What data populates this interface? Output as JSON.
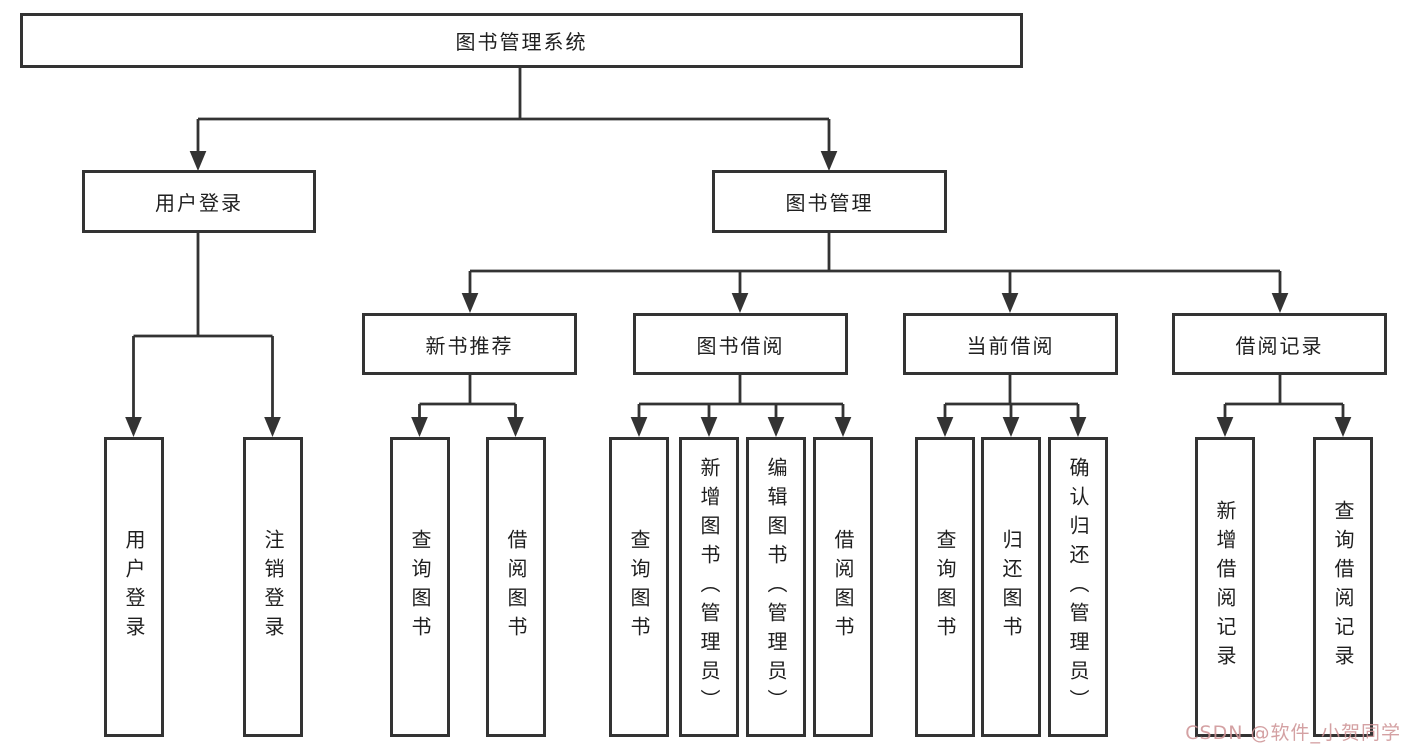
{
  "diagram": {
    "tree": {
      "root": "图书管理系统",
      "branches": [
        {
          "label": "用户登录",
          "children": [
            "用户登录",
            "注销登录"
          ]
        },
        {
          "label": "图书管理",
          "sections": [
            {
              "label": "新书推荐",
              "children": [
                "查询图书",
                "借阅图书"
              ]
            },
            {
              "label": "图书借阅",
              "children": [
                "查询图书",
                "新增图书（管理员）",
                "编辑图书（管理员）",
                "借阅图书"
              ]
            },
            {
              "label": "当前借阅",
              "children": [
                "查询图书",
                "归还图书",
                "确认归还（管理员）"
              ]
            },
            {
              "label": "借阅记录",
              "children": [
                "新增借阅记录",
                "查询借阅记录"
              ]
            }
          ]
        }
      ]
    },
    "colors": {
      "line": "#333333",
      "box_border": "#333333",
      "box_fill": "#ffffff",
      "text": "#1f1f1f",
      "watermark": "#ce9496",
      "background": "#ffffff"
    }
  },
  "watermark": "CSDN @软件_小贺同学"
}
